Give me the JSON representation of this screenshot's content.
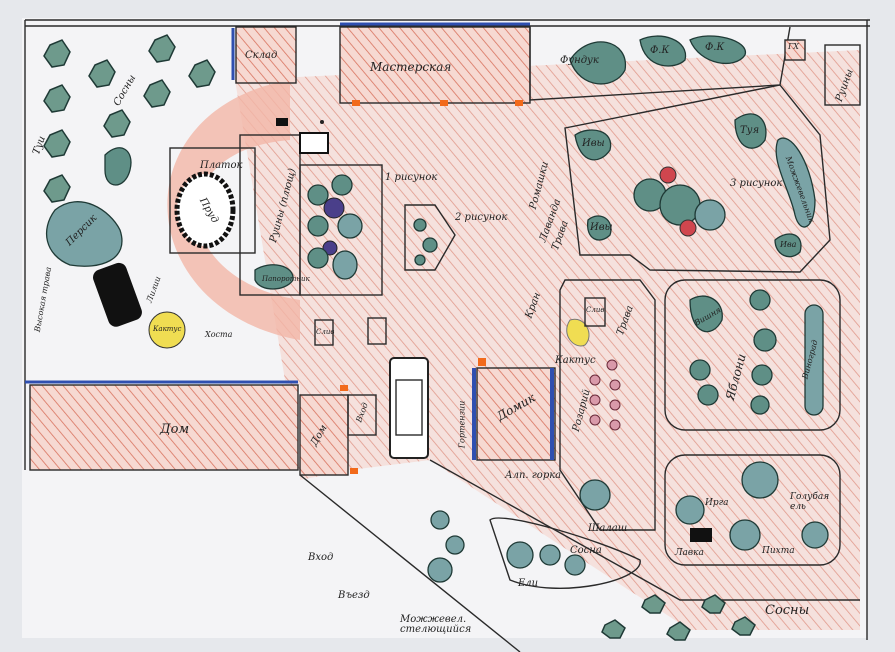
{
  "labels": {
    "tui": "Туи",
    "sosny_top": "Сосны",
    "persik": "Персик",
    "sklad": "Склад",
    "masterskaya": "Мастерская",
    "prud": "Пруд",
    "platok": "Платок",
    "ruiny_plyushch": "Руины (плющ)",
    "risunok1": "1 рисунок",
    "risunok2": "2 рисунок",
    "risunok3": "3 рисунок",
    "funduk": "Фундук",
    "fk1": "Ф.К",
    "fk2": "Ф.К",
    "gh": "ГХ",
    "ruiny": "Руины",
    "ivy1": "Ивы",
    "ivy2": "Ивы",
    "tuya": "Туя",
    "mozh": "Можжевельник",
    "ivy3": "Ива",
    "romashki": "Ромашки",
    "lavanda": "Лаванда",
    "trava": "Трава",
    "kran": "Кран",
    "sliv1": "Слив",
    "sliv2": "Слив",
    "kaktus": "Кактус",
    "trava2": "Трава",
    "rozariy": "Розарий",
    "domik": "Домик",
    "gortenzii": "Гортензии",
    "alp_gorka": "Алп. горка",
    "shalash": "Шалаш",
    "dom_big": "Дом",
    "dom_small": "Дом",
    "vhod_box": "Вход",
    "vhod": "Вход",
    "vezd": "Въезд",
    "mozh_stel": "Можжевел. стелющийся",
    "eli": "Ели",
    "sosna": "Сосна",
    "sosny_bottom": "Сосны",
    "yabloni": "Яблони",
    "vishnya": "Вишня",
    "vinograd": "Виноград",
    "irga": "Ирга",
    "golubaya_el": "Голубая ель",
    "pihta": "Пихта",
    "lavka": "Лавка",
    "vysokaya_trava": "Высокая трава",
    "kaktus2": "Кактус",
    "lilii": "Лилии",
    "hosta": "Хоста",
    "paporotnik": "Папоротник"
  },
  "colors": {
    "path": "#f3b7a8",
    "hatch": "#d9735f",
    "tree": "#5f8f86",
    "water": "#2f4fb0",
    "accent": "#f26a1b"
  }
}
